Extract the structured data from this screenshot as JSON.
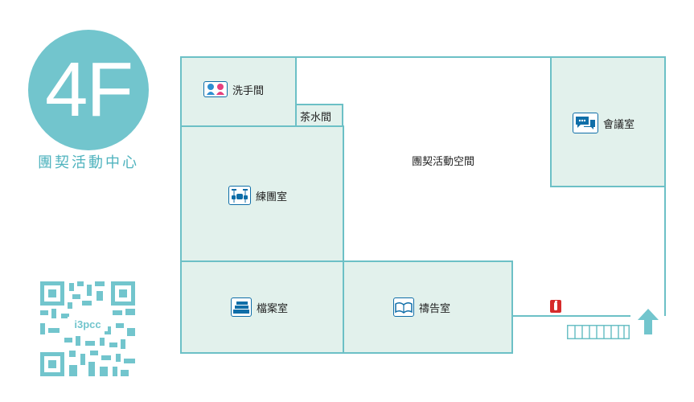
{
  "floor": {
    "number": "4F",
    "name": "團契活動中心"
  },
  "rooms": {
    "restroom": "洗手間",
    "tea_room": "茶水間",
    "practice": "練團室",
    "archive": "檔案室",
    "prayer": "禱告室",
    "meeting": "會議室",
    "fellowship_hall": "團契活動空間"
  },
  "qr": {
    "text": "i3pcc"
  },
  "icons": {
    "restroom": "restroom-icon",
    "practice": "drum-kit-icon",
    "archive": "book-stack-icon",
    "prayer": "open-book-icon",
    "meeting": "chat-bubble-icon",
    "extinguisher": "fire-extinguisher-icon",
    "exit": "up-arrow-icon",
    "stairs": "stairs-icon"
  },
  "colors": {
    "accent": "#72c5cd",
    "wall": "#6cc0c6",
    "room_fill": "#e2f1ec",
    "icon_blue": "#0f6ea8",
    "extinguisher": "#d62b2b"
  }
}
